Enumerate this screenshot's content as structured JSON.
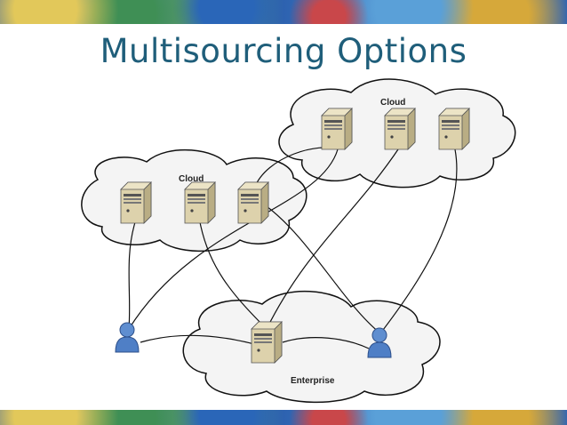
{
  "slide": {
    "title": "Multisourcing Options"
  },
  "clouds": {
    "cloud_top_right": {
      "label": "Cloud"
    },
    "cloud_left": {
      "label": "Cloud"
    },
    "enterprise": {
      "label": "Enterprise"
    }
  },
  "icons": {
    "server": "server-icon",
    "user": "user-icon"
  },
  "colors": {
    "title": "#1f5e7a",
    "cloud_fill": "#f4f4f4",
    "cloud_stroke": "#111111",
    "server_body": "#ddd2ac"
  }
}
